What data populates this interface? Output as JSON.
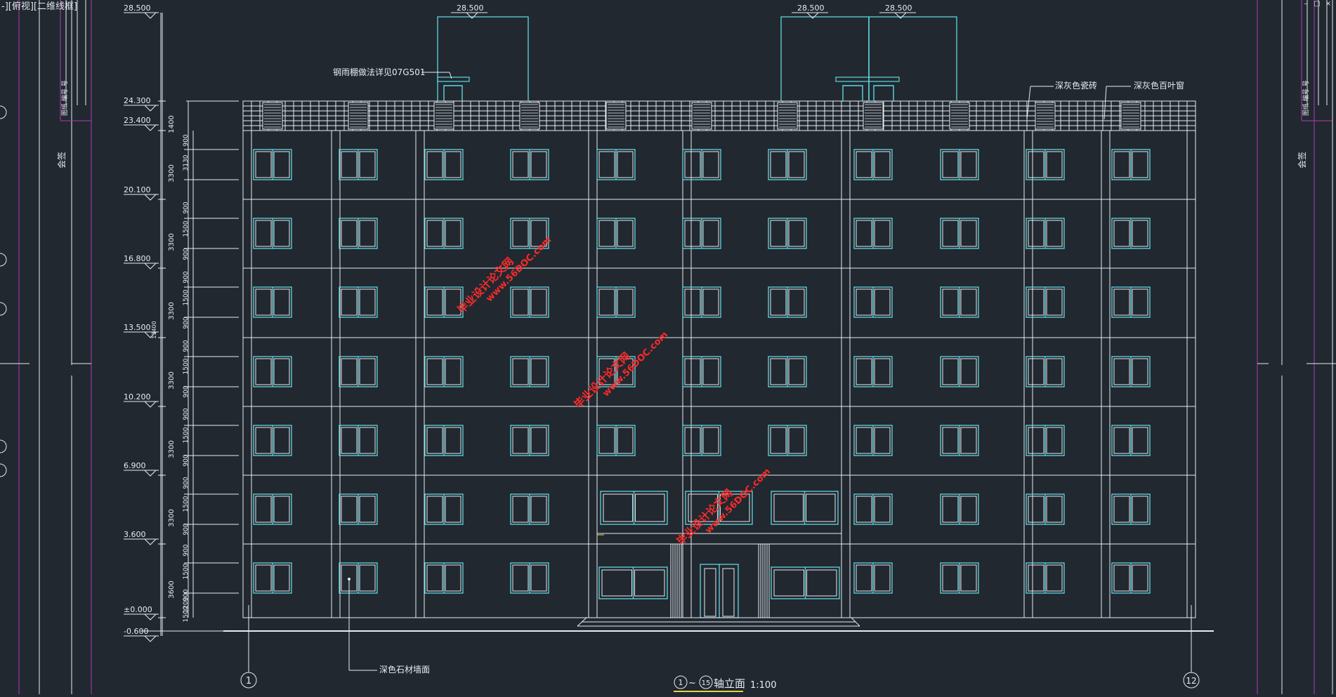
{
  "viewport_label": "-][俯视][二维线框]",
  "window_controls": {
    "minimize": "–",
    "restore": "▢",
    "close": "×"
  },
  "colors": {
    "background": "#212830",
    "lines": "#e8ecef",
    "windows": "#5fd8df",
    "magenta": "#b238b6",
    "watermark": "#ff2a2a"
  },
  "drawing": {
    "elevation_marks": [
      "28.500",
      "24.300",
      "23.400",
      "20.100",
      "16.800",
      "13.500",
      "10.200",
      "6.900",
      "3.600",
      "±0.000",
      "-0.600"
    ],
    "roof_marks": [
      "28.500",
      "28.500",
      "28.500"
    ],
    "dims_outer": [
      "1400",
      "3300",
      "3300",
      "3300",
      "3300",
      "3300",
      "3300",
      "3600"
    ],
    "dims_inner": [
      "900",
      "3130",
      "900",
      "1500",
      "900",
      "900",
      "1500",
      "900",
      "900",
      "1500",
      "900",
      "900",
      "1500",
      "900",
      "900",
      "1500",
      "900",
      "900",
      "1500",
      "900",
      "1200",
      "1500",
      "900"
    ],
    "extra_dim": "13400",
    "annotations": {
      "canopy_note": "钢雨棚做法详见07G501",
      "tile_note": "深灰色瓷砖",
      "louver_note": "深灰色百叶窗",
      "stone_note": "深色石材墙面"
    },
    "axis_left": "1",
    "axis_right": "12",
    "title_axis_a": "1",
    "title_tilde": "~",
    "title_axis_b": "15",
    "title_text": "轴立面",
    "scale": "1:100",
    "side_label_left": "会签",
    "side_label_right": "会签",
    "title_block_left": "图纸 编号 号",
    "title_block_right": "图纸 编号 号",
    "left_axis_marks": [
      "",
      "",
      "",
      "",
      ""
    ]
  },
  "watermarks": [
    {
      "line1": "毕业设计论文网",
      "line2": "www.56DOC.com"
    },
    {
      "line1": "毕业设计论文网",
      "line2": "www.56DOC.com"
    },
    {
      "line1": "毕业设计论文网",
      "line2": "www.56DOC.com"
    }
  ]
}
